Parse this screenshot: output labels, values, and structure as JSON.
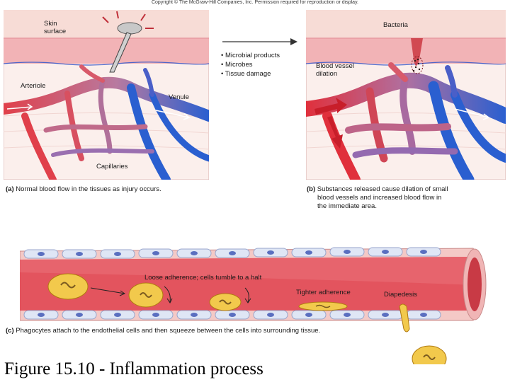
{
  "copyright": "Copyright © The McGraw-Hill Companies, Inc. Permission required for reproduction or display.",
  "panel_a": {
    "labels": {
      "skin": "Skin",
      "surface": "surface",
      "arteriole": "Arteriole",
      "venule": "Venule",
      "capillaries": "Capillaries"
    },
    "caption_letter": "(a)",
    "caption": "Normal blood flow in the tissues as injury occurs."
  },
  "middle": {
    "bullets": [
      "• Microbial products",
      "• Microbes",
      "• Tissue damage"
    ]
  },
  "panel_b": {
    "labels": {
      "bacteria": "Bacteria",
      "dilation1": "Blood vessel",
      "dilation2": "dilation"
    },
    "caption_letter": "(b)",
    "caption_lines": [
      "Substances released cause dilation of small",
      "blood vessels and increased blood flow in",
      "the immediate area."
    ]
  },
  "panel_c": {
    "labels": {
      "loose": "Loose adherence; cells tumble to a halt",
      "tighter": "Tighter adherence",
      "diapedesis": "Diapedesis"
    },
    "caption_letter": "(c)",
    "caption": "Phagocytes attach to the endothelial cells and then squeeze between the cells into surrounding tissue."
  },
  "figure_title": "Figure 15.10 - Inflammation process",
  "colors": {
    "skin": "#f2b8bb",
    "skin_top": "#f7d9d3",
    "tissue": "#f9e8e4",
    "artery": "#e0404a",
    "vein": "#2a5fd0",
    "vessel_wall": "#f4c9c6",
    "endothelial_nucleus": "#5a6fc0",
    "phagocyte": "#f2c94c"
  }
}
